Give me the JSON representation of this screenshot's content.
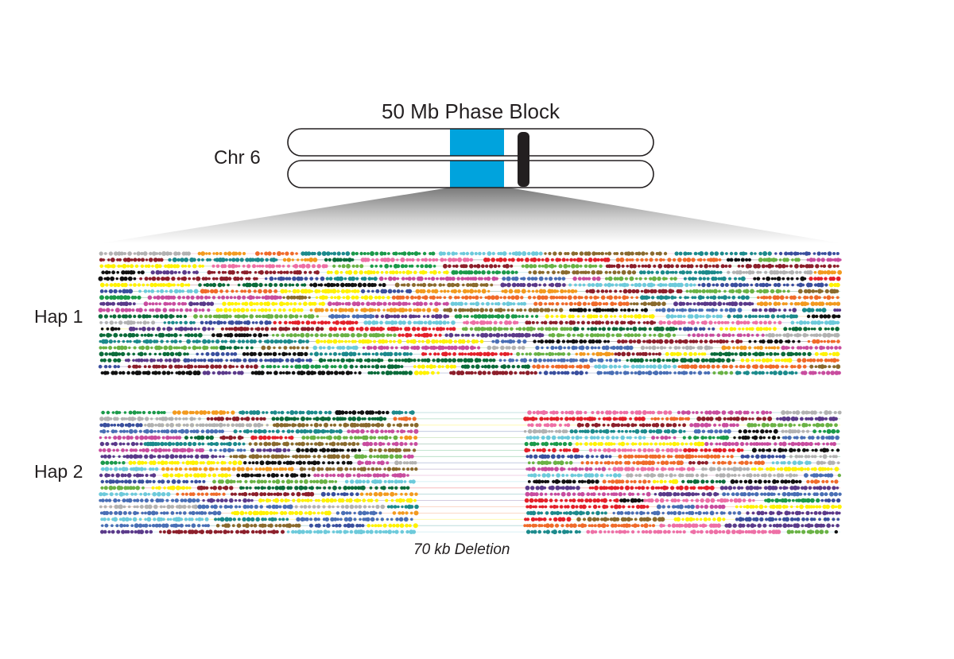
{
  "title": "50 Mb Phase Block",
  "chromosome": {
    "label": "Chr 6",
    "phase_block_color": "#00a3dd"
  },
  "haplotypes": [
    {
      "label": "Hap 1",
      "has_deletion": false
    },
    {
      "label": "Hap 2",
      "has_deletion": true,
      "deletion_label": "70 kb Deletion"
    }
  ],
  "read_palette": [
    "#e4202a",
    "#3a4f9e",
    "#c84d9f",
    "#1b9a4a",
    "#111111",
    "#6dcadb",
    "#f39a1e",
    "#8c1f2b",
    "#1c8a8c",
    "#f06b2a",
    "#6ab245",
    "#ee70a6",
    "#5b3a8a",
    "#8a6a2e",
    "#0b6b3a",
    "#fff200",
    "#4a6fb5",
    "#b2b2b2"
  ]
}
